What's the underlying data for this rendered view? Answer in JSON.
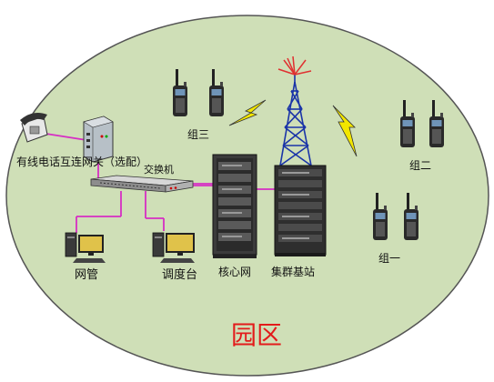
{
  "diagram": {
    "region_label": "园区",
    "nodes": {
      "gateway": "有线电话互连网关（选配）",
      "switch": "交换机",
      "nms": "网管",
      "dispatch": "调度台",
      "core": "核心网",
      "base_station": "集群基站",
      "group1": "组一",
      "group2": "组二",
      "group3": "组三"
    },
    "colors": {
      "region_fill": "#cfdfb7",
      "link": "#d62ec4",
      "tower": "#1a34a8",
      "lightning": "#f2e600",
      "title": "#e31b1b"
    }
  }
}
